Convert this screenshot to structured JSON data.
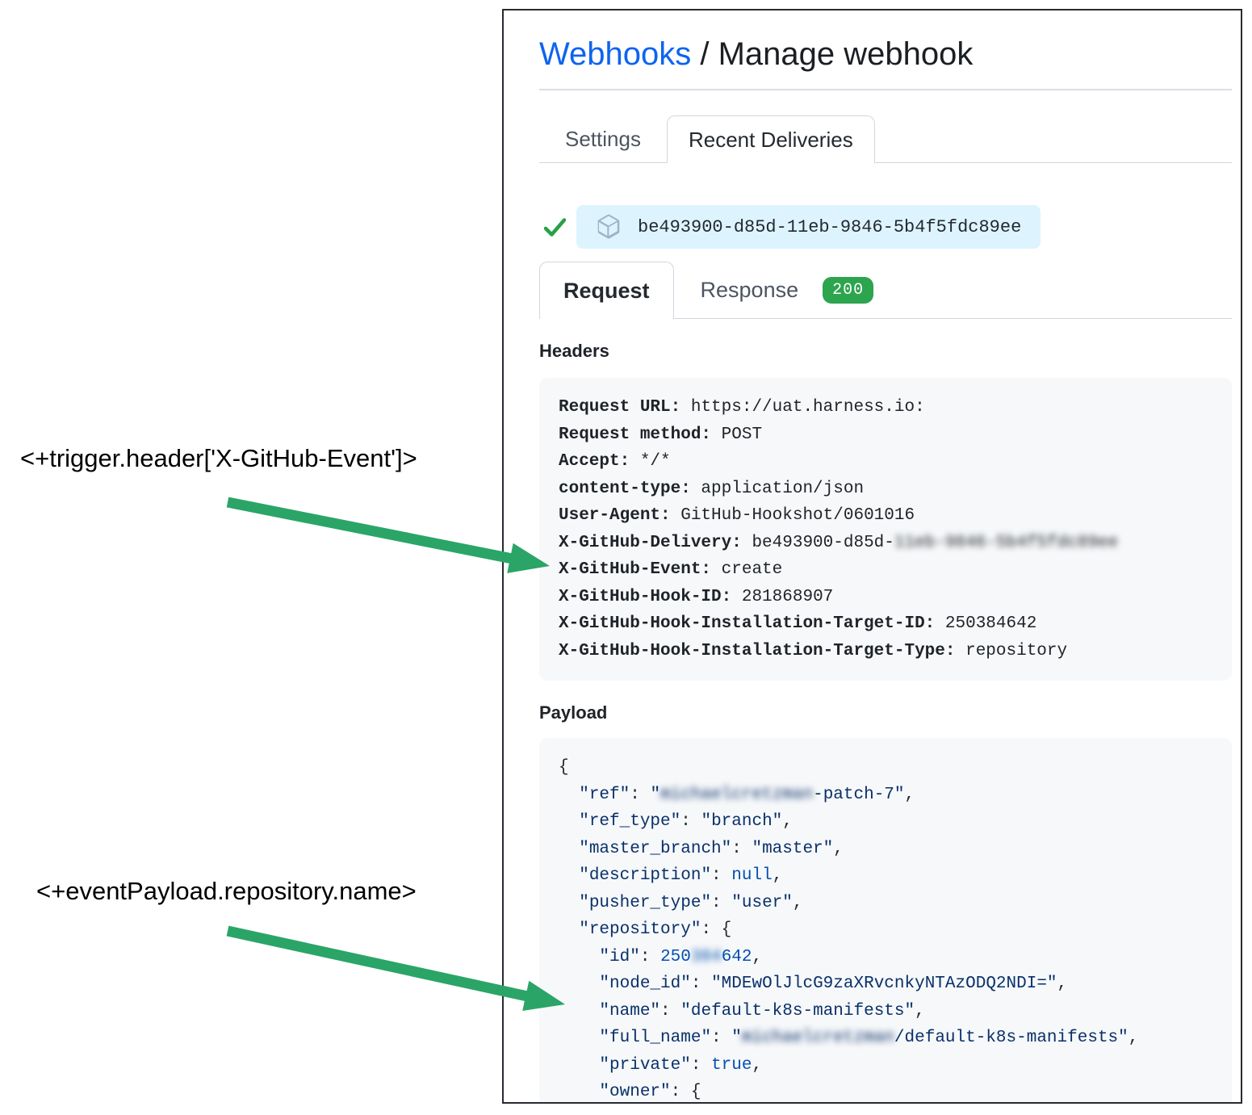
{
  "annotations": {
    "trigger_expression": "<+trigger.header['X-GitHub-Event']>",
    "payload_expression": "<+eventPayload.repository.name>",
    "arrow_color": "#2aa567"
  },
  "header": {
    "breadcrumb_link": "Webhooks",
    "separator": " / ",
    "title": "Manage webhook"
  },
  "tabs": {
    "settings": "Settings",
    "recent_deliveries": "Recent Deliveries"
  },
  "delivery": {
    "guid": "be493900-d85d-11eb-9846-5b4f5fdc89ee",
    "status": "success"
  },
  "subtabs": {
    "request": "Request",
    "response": "Response",
    "status_code": "200",
    "status_color": "#2da44e"
  },
  "headers_section": {
    "title": "Headers",
    "rows": [
      {
        "label": "Request URL:",
        "value": "https://uat.harness.io:"
      },
      {
        "label": "Request method:",
        "value": "POST"
      },
      {
        "label": "Accept:",
        "value": "*/*"
      },
      {
        "label": "content-type:",
        "value": "application/json"
      },
      {
        "label": "User-Agent:",
        "value": "GitHub-Hookshot/0601016"
      },
      {
        "label": "X-GitHub-Delivery:",
        "value": "be493900-d85d-",
        "blurred": "11eb-9846-5b4f5fdc89ee"
      },
      {
        "label": "X-GitHub-Event:",
        "value": "create"
      },
      {
        "label": "X-GitHub-Hook-ID:",
        "value": "281868907"
      },
      {
        "label": "X-GitHub-Hook-Installation-Target-ID:",
        "value": "250384642"
      },
      {
        "label": "X-GitHub-Hook-Installation-Target-Type:",
        "value": "repository"
      }
    ]
  },
  "payload_section": {
    "title": "Payload",
    "lines": [
      {
        "indent": 0,
        "segments": [
          {
            "text": "{",
            "type": "punct"
          }
        ]
      },
      {
        "indent": 1,
        "segments": [
          {
            "text": "\"ref\"",
            "type": "key"
          },
          {
            "text": ": ",
            "type": "punct"
          },
          {
            "text": "\"",
            "type": "str"
          },
          {
            "text": "michaelcretzman",
            "type": "str",
            "blur": true
          },
          {
            "text": "-patch-7\"",
            "type": "str"
          },
          {
            "text": ",",
            "type": "punct"
          }
        ]
      },
      {
        "indent": 1,
        "segments": [
          {
            "text": "\"ref_type\"",
            "type": "key"
          },
          {
            "text": ": ",
            "type": "punct"
          },
          {
            "text": "\"branch\"",
            "type": "str"
          },
          {
            "text": ",",
            "type": "punct"
          }
        ]
      },
      {
        "indent": 1,
        "segments": [
          {
            "text": "\"master_branch\"",
            "type": "key"
          },
          {
            "text": ": ",
            "type": "punct"
          },
          {
            "text": "\"master\"",
            "type": "str"
          },
          {
            "text": ",",
            "type": "punct"
          }
        ]
      },
      {
        "indent": 1,
        "segments": [
          {
            "text": "\"description\"",
            "type": "key"
          },
          {
            "text": ": ",
            "type": "punct"
          },
          {
            "text": "null",
            "type": "const"
          },
          {
            "text": ",",
            "type": "punct"
          }
        ]
      },
      {
        "indent": 1,
        "segments": [
          {
            "text": "\"pusher_type\"",
            "type": "key"
          },
          {
            "text": ": ",
            "type": "punct"
          },
          {
            "text": "\"user\"",
            "type": "str"
          },
          {
            "text": ",",
            "type": "punct"
          }
        ]
      },
      {
        "indent": 1,
        "segments": [
          {
            "text": "\"repository\"",
            "type": "key"
          },
          {
            "text": ": {",
            "type": "punct"
          }
        ]
      },
      {
        "indent": 2,
        "segments": [
          {
            "text": "\"id\"",
            "type": "key"
          },
          {
            "text": ": ",
            "type": "punct"
          },
          {
            "text": "250",
            "type": "num"
          },
          {
            "text": "384",
            "type": "num",
            "blur": true
          },
          {
            "text": "642",
            "type": "num"
          },
          {
            "text": ",",
            "type": "punct"
          }
        ]
      },
      {
        "indent": 2,
        "segments": [
          {
            "text": "\"node_id\"",
            "type": "key"
          },
          {
            "text": ": ",
            "type": "punct"
          },
          {
            "text": "\"MDEwOlJlcG9zaXRvcnkyNTAzODQ2NDI=\"",
            "type": "str"
          },
          {
            "text": ",",
            "type": "punct"
          }
        ]
      },
      {
        "indent": 2,
        "segments": [
          {
            "text": "\"name\"",
            "type": "key"
          },
          {
            "text": ": ",
            "type": "punct"
          },
          {
            "text": "\"default-k8s-manifests\"",
            "type": "str"
          },
          {
            "text": ",",
            "type": "punct"
          }
        ]
      },
      {
        "indent": 2,
        "segments": [
          {
            "text": "\"full_name\"",
            "type": "key"
          },
          {
            "text": ": ",
            "type": "punct"
          },
          {
            "text": "\"",
            "type": "str"
          },
          {
            "text": "michaelcretzman",
            "type": "str",
            "blur": true
          },
          {
            "text": "/default-k8s-manifests\"",
            "type": "str"
          },
          {
            "text": ",",
            "type": "punct"
          }
        ]
      },
      {
        "indent": 2,
        "segments": [
          {
            "text": "\"private\"",
            "type": "key"
          },
          {
            "text": ": ",
            "type": "punct"
          },
          {
            "text": "true",
            "type": "const"
          },
          {
            "text": ",",
            "type": "punct"
          }
        ]
      },
      {
        "indent": 2,
        "segments": [
          {
            "text": "\"owner\"",
            "type": "key"
          },
          {
            "text": ": {",
            "type": "punct"
          }
        ]
      }
    ]
  }
}
